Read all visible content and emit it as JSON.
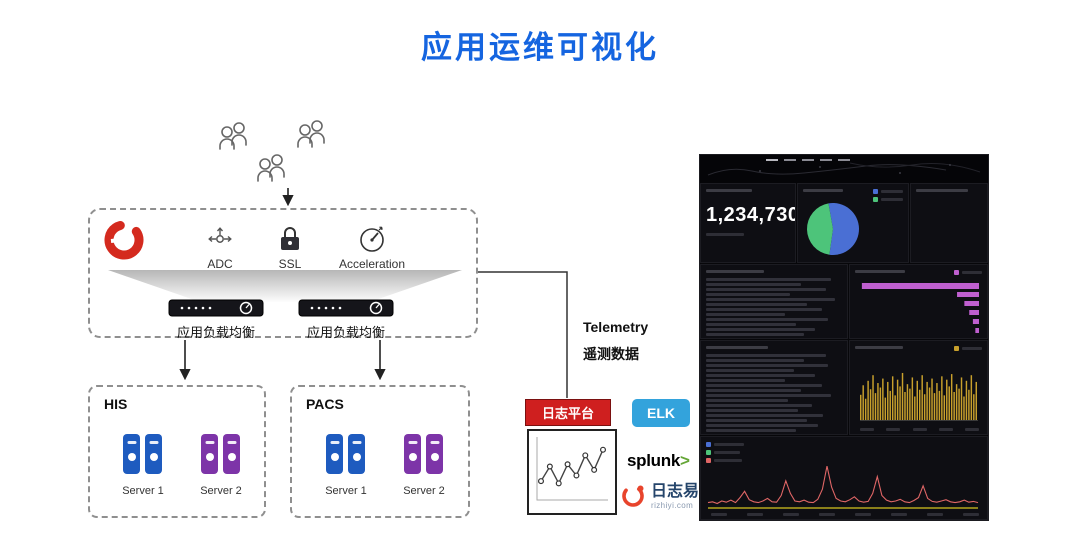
{
  "slide": {
    "title": "应用运维可视化"
  },
  "colors": {
    "title": "#1565e0",
    "brand_red": "#d42a1e",
    "server_blue": "#1e5bbf",
    "server_purple": "#7d34a8",
    "log_red": "#cf1f1f",
    "elk_blue": "#33a3dc",
    "splunk_green": "#65a637",
    "pie_blue": "#4a6fd4",
    "pie_green": "#4dc47a",
    "hbar_magenta": "#bf5fcf",
    "gold": "#c8a02c",
    "line_red": "#e06666",
    "axis_yellow": "#d6c51f"
  },
  "cluster": {
    "features": [
      {
        "label": "ADC"
      },
      {
        "label": "SSL"
      },
      {
        "label": "Acceleration"
      }
    ],
    "lb_labels": [
      "应用负载均衡",
      "应用负载均衡"
    ]
  },
  "groups": {
    "his": {
      "title": "HIS",
      "servers": [
        "Server 1",
        "Server 2"
      ]
    },
    "pacs": {
      "title": "PACS",
      "servers": [
        "Server 1",
        "Server 2"
      ]
    }
  },
  "telemetry": {
    "en": "Telemetry",
    "zh": "遥测数据"
  },
  "logging": {
    "platform": "日志平台",
    "elk": "ELK",
    "splunk_name": "splunk",
    "splunk_gt": ">",
    "rizhiyi_name": "日志易",
    "rizhiyi_domain": "rizhiyi.com"
  },
  "dashboard": {
    "big_number": "1,234,730",
    "pie": {
      "values": [
        55,
        45
      ]
    },
    "hbar_widths": [
      96,
      18,
      12,
      8,
      5,
      3
    ],
    "gold_heights": [
      45,
      62,
      38,
      70,
      55,
      80,
      48,
      66,
      58,
      74,
      40,
      68,
      52,
      78,
      44,
      72,
      60,
      84,
      50,
      64,
      56,
      76,
      42,
      70,
      54,
      80,
      46,
      68,
      58,
      74,
      48,
      66,
      52,
      78,
      44,
      72,
      60,
      82,
      50,
      64,
      56,
      76,
      42,
      70,
      54,
      80,
      46,
      68
    ],
    "red_line": [
      8,
      10,
      6,
      12,
      9,
      14,
      8,
      20,
      35,
      15,
      10,
      8,
      12,
      18,
      10,
      9,
      25,
      60,
      30,
      12,
      10,
      14,
      9,
      8,
      16,
      40,
      95,
      45,
      18,
      12,
      10,
      15,
      22,
      12,
      9,
      11,
      30,
      70,
      25,
      14,
      10,
      12,
      16,
      10,
      8,
      13,
      20,
      48,
      18,
      11,
      9,
      12,
      15,
      10,
      8,
      10,
      14,
      9,
      11,
      8
    ],
    "mini_line": [
      32,
      58,
      28,
      62,
      42,
      78,
      52,
      88
    ],
    "log_rows_a": [
      92,
      70,
      88,
      62,
      95,
      74,
      85,
      58,
      90,
      66,
      80,
      72,
      94,
      64
    ],
    "log_rows_b": [
      88,
      72,
      90,
      65,
      80,
      58,
      85,
      70,
      92,
      60,
      78,
      68,
      86,
      74,
      82,
      66
    ]
  }
}
